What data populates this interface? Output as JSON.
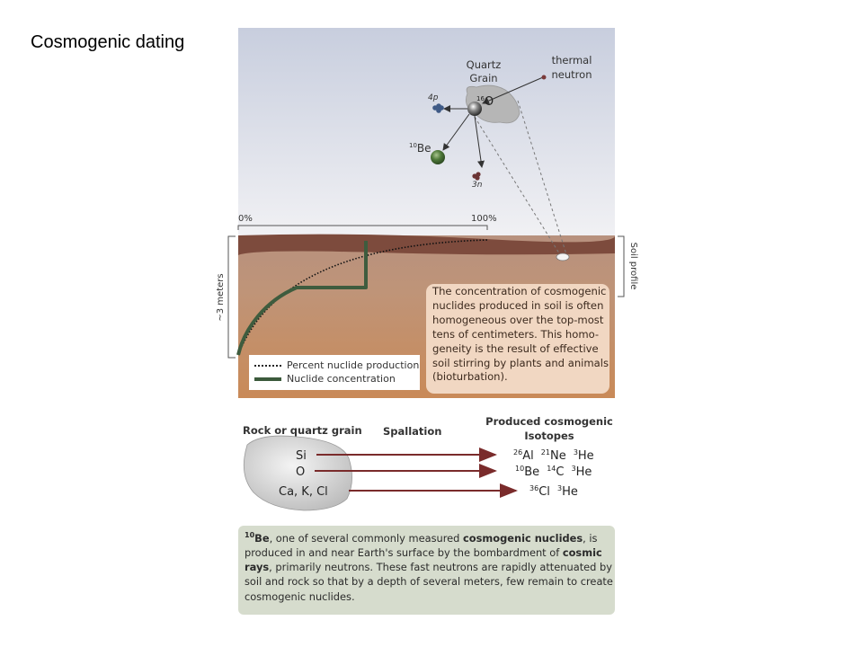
{
  "slide": {
    "title": "Cosmogenic dating"
  },
  "colors": {
    "sky_top": "#c8cede",
    "sky_bottom": "#f1f1f4",
    "soil_top": "#7b4a3c",
    "soil_mid": "#b98b70",
    "soil_bottom": "#c98a58",
    "nuclide_green": "#3e5c3e",
    "arrow_red": "#7a2b2b",
    "caption_bg": "#d6dccd",
    "note_bg": "#f1d7c2"
  },
  "atom_diagram": {
    "grain_label_line1": "Quartz",
    "grain_label_line2": "Grain",
    "oxygen_mass": "16",
    "oxygen_symbol": "O",
    "neutron_label_line1": "thermal",
    "neutron_label_line2": "neutron",
    "proton_label": "4p",
    "be_mass": "10",
    "be_symbol": "Be",
    "neutron_products": "3n"
  },
  "soil_profile": {
    "scale_start": "0%",
    "scale_end": "100%",
    "depth_label": "~3 meters",
    "profile_label": "Soil profile",
    "note_text": "The concentration of cosmogenic\nnuclides produced in soil is often\nhomogeneous over the top-most\ntens of centimeters.  This homo-\ngeneity is the result of effective\nsoil stirring by plants and animals\n(bioturbation).",
    "legend": [
      {
        "label": "Percent nuclide production",
        "style": "dotted"
      },
      {
        "label": "Nuclide concentration",
        "style": "solid"
      }
    ]
  },
  "spallation": {
    "rock_label": "Rock or quartz grain",
    "process_label": "Spallation",
    "products_label_line1": "Produced cosmogenic",
    "products_label_line2": "Isotopes",
    "rows": [
      {
        "element": "Si",
        "isotopes": [
          {
            "mass": "26",
            "symbol": "Al"
          },
          {
            "mass": "21",
            "symbol": "Ne"
          },
          {
            "mass": "3",
            "symbol": "He"
          }
        ]
      },
      {
        "element": "O",
        "isotopes": [
          {
            "mass": "10",
            "symbol": "Be"
          },
          {
            "mass": "14",
            "symbol": "C"
          },
          {
            "mass": "3",
            "symbol": "He"
          }
        ]
      },
      {
        "element": "Ca, K, Cl",
        "isotopes": [
          {
            "mass": "36",
            "symbol": "Cl"
          },
          {
            "mass": "3",
            "symbol": "He"
          }
        ]
      }
    ]
  },
  "caption": {
    "be_mass": "10",
    "be_symbol": "Be",
    "part1": ", one of several commonly measured ",
    "term1": "cosmogenic nuclides",
    "part2": ", is produced in and near Earth's surface by the bombardment of ",
    "term2": "cosmic rays",
    "part3": ", primarily neutrons.  These fast neutrons are rapidly attenuated by soil and rock so that by a depth of several meters, few remain to create cosmogenic nuclides."
  }
}
